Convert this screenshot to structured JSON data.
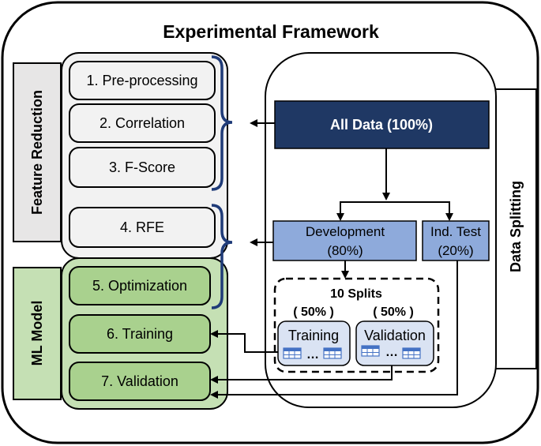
{
  "title": "Experimental Framework",
  "side_labels": {
    "feature_reduction": "Feature Reduction",
    "ml_model": "ML Model",
    "data_splitting": "Data Splitting"
  },
  "steps": {
    "preprocessing": "1. Pre-processing",
    "correlation": "2. Correlation",
    "fscore": "3. F-Score",
    "rfe": "4. RFE",
    "optimization": "5. Optimization",
    "training": "6. Training",
    "validation": "7. Validation"
  },
  "data": {
    "all_data": "All Data (100%)",
    "development_line1": "Development",
    "development_line2": "(80%)",
    "ind_test_line1": "Ind. Test",
    "ind_test_line2": "(20%)",
    "splits_title": "10 Splits",
    "training_pct": "( 50% )",
    "validation_pct": "( 50% )",
    "training_label": "Training",
    "validation_label": "Validation",
    "ellipsis": "…"
  },
  "colors": {
    "dark_navy": "#1f3864",
    "light_blue": "#8eaadb",
    "pale_blue": "#dae3f3",
    "light_grey": "#f2f2f2",
    "grey_label": "#e7e6e6",
    "green": "#c5e0b4",
    "green_box": "#a9d18e",
    "brace": "#1f3b78"
  }
}
